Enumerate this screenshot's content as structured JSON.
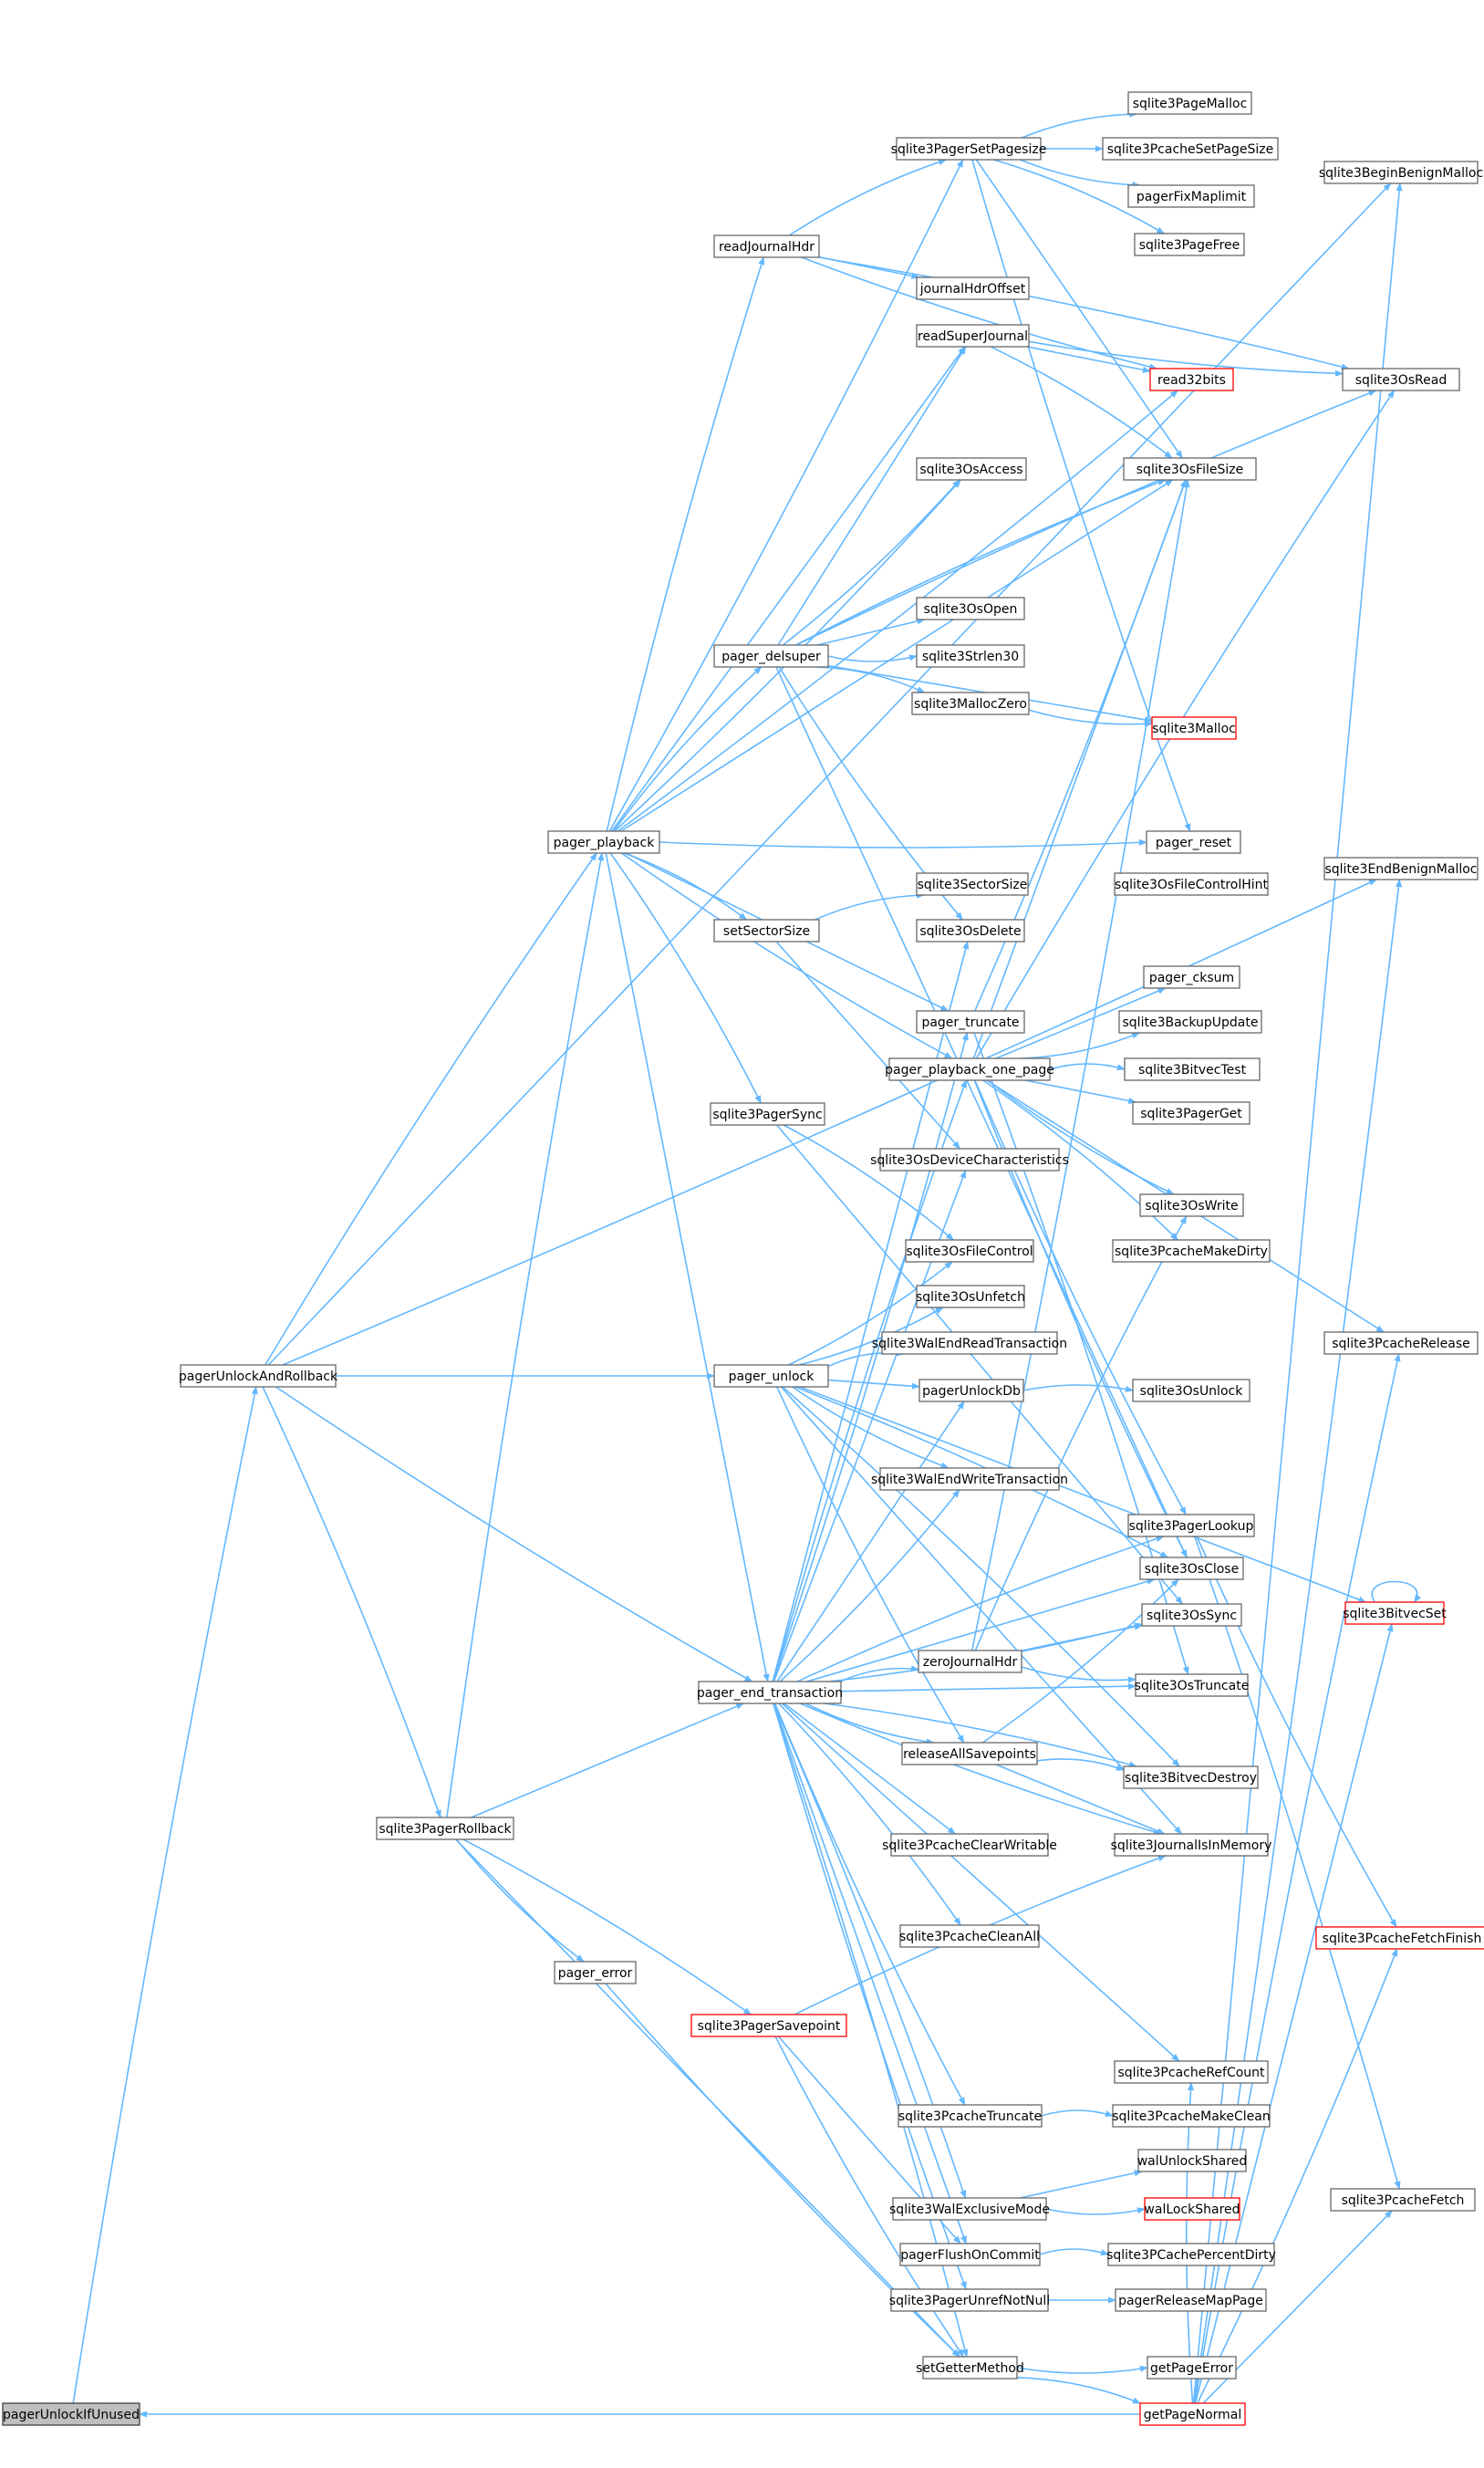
{
  "colors": {
    "edge": "#63b8ff",
    "node_border": "#666666",
    "node_border_missing": "#ff0000",
    "root_fill": "#bfbfbf"
  },
  "nodes": [
    {
      "id": "n1",
      "label": "pagerUnlockIfUnused",
      "kind": "root"
    },
    {
      "id": "n2",
      "label": "pagerUnlockAndRollback"
    },
    {
      "id": "n3",
      "label": "sqlite3BeginBenignMalloc"
    },
    {
      "id": "n4",
      "label": "sqlite3EndBenignMalloc"
    },
    {
      "id": "n5",
      "label": "pager_playback"
    },
    {
      "id": "n6",
      "label": "pager_unlock"
    },
    {
      "id": "n7",
      "label": "pager_end_transaction"
    },
    {
      "id": "n8",
      "label": "sqlite3PagerRollback"
    },
    {
      "id": "n9",
      "label": "getPageNormal",
      "kind": "red"
    },
    {
      "id": "n10",
      "label": "sqlite3PagerSetPagesize"
    },
    {
      "id": "n11",
      "label": "readJournalHdr"
    },
    {
      "id": "n12",
      "label": "readSuperJournal"
    },
    {
      "id": "n13",
      "label": "sqlite3OsAccess"
    },
    {
      "id": "n14",
      "label": "pager_delsuper"
    },
    {
      "id": "n15",
      "label": "sqlite3PageMalloc"
    },
    {
      "id": "n16",
      "label": "sqlite3PcacheSetPageSize"
    },
    {
      "id": "n17",
      "label": "pagerFixMaplimit"
    },
    {
      "id": "n18",
      "label": "sqlite3PageFree"
    },
    {
      "id": "n19",
      "label": "journalHdrOffset"
    },
    {
      "id": "n20",
      "label": "read32bits",
      "kind": "red"
    },
    {
      "id": "n21",
      "label": "sqlite3OsRead"
    },
    {
      "id": "n22",
      "label": "sqlite3OsFileSize"
    },
    {
      "id": "n23",
      "label": "sqlite3OsOpen"
    },
    {
      "id": "n24",
      "label": "sqlite3Strlen30"
    },
    {
      "id": "n25",
      "label": "sqlite3MallocZero"
    },
    {
      "id": "n26",
      "label": "sqlite3Malloc",
      "kind": "red"
    },
    {
      "id": "n27",
      "label": "pager_reset"
    },
    {
      "id": "n28",
      "label": "setSectorSize"
    },
    {
      "id": "n29",
      "label": "sqlite3SectorSize"
    },
    {
      "id": "n30",
      "label": "sqlite3OsDelete"
    },
    {
      "id": "n31",
      "label": "sqlite3OsFileControlHint"
    },
    {
      "id": "n32",
      "label": "pager_truncate"
    },
    {
      "id": "n33",
      "label": "pager_cksum"
    },
    {
      "id": "n34",
      "label": "pager_playback_one_page"
    },
    {
      "id": "n35",
      "label": "sqlite3BackupUpdate"
    },
    {
      "id": "n36",
      "label": "sqlite3BitvecTest"
    },
    {
      "id": "n37",
      "label": "sqlite3PagerGet"
    },
    {
      "id": "n38",
      "label": "sqlite3PagerSync"
    },
    {
      "id": "n39",
      "label": "sqlite3OsDeviceCharacteristics"
    },
    {
      "id": "n40",
      "label": "sqlite3OsWrite"
    },
    {
      "id": "n41",
      "label": "sqlite3OsFileControl"
    },
    {
      "id": "n42",
      "label": "sqlite3PcacheMakeDirty"
    },
    {
      "id": "n43",
      "label": "sqlite3OsUnfetch"
    },
    {
      "id": "n44",
      "label": "sqlite3PcacheRelease"
    },
    {
      "id": "n45",
      "label": "sqlite3WalEndReadTransaction"
    },
    {
      "id": "n46",
      "label": "pagerUnlockDb"
    },
    {
      "id": "n47",
      "label": "sqlite3OsUnlock"
    },
    {
      "id": "n48",
      "label": "sqlite3WalEndWriteTransaction"
    },
    {
      "id": "n49",
      "label": "sqlite3PagerLookup"
    },
    {
      "id": "n50",
      "label": "sqlite3OsClose"
    },
    {
      "id": "n51",
      "label": "sqlite3BitvecSet",
      "kind": "red"
    },
    {
      "id": "n52",
      "label": "sqlite3OsSync"
    },
    {
      "id": "n53",
      "label": "zeroJournalHdr"
    },
    {
      "id": "n54",
      "label": "sqlite3OsTruncate"
    },
    {
      "id": "n55",
      "label": "releaseAllSavepoints"
    },
    {
      "id": "n56",
      "label": "sqlite3BitvecDestroy"
    },
    {
      "id": "n57",
      "label": "sqlite3PcacheClearWritable"
    },
    {
      "id": "n58",
      "label": "sqlite3JournalIsInMemory"
    },
    {
      "id": "n59",
      "label": "sqlite3PcacheFetchFinish",
      "kind": "red"
    },
    {
      "id": "n60",
      "label": "sqlite3PcacheCleanAll"
    },
    {
      "id": "n61",
      "label": "pager_error"
    },
    {
      "id": "n62",
      "label": "sqlite3PagerSavepoint",
      "kind": "red"
    },
    {
      "id": "n63",
      "label": "sqlite3PcacheRefCount"
    },
    {
      "id": "n64",
      "label": "sqlite3PcacheTruncate"
    },
    {
      "id": "n65",
      "label": "sqlite3PcacheMakeClean"
    },
    {
      "id": "n66",
      "label": "walUnlockShared"
    },
    {
      "id": "n67",
      "label": "sqlite3PcacheFetch"
    },
    {
      "id": "n68",
      "label": "sqlite3WalExclusiveMode"
    },
    {
      "id": "n69",
      "label": "walLockShared",
      "kind": "red"
    },
    {
      "id": "n70",
      "label": "pagerFlushOnCommit"
    },
    {
      "id": "n71",
      "label": "sqlite3PCachePercentDirty"
    },
    {
      "id": "n72",
      "label": "sqlite3PagerUnrefNotNull"
    },
    {
      "id": "n73",
      "label": "pagerReleaseMapPage"
    },
    {
      "id": "n74",
      "label": "setGetterMethod"
    },
    {
      "id": "n75",
      "label": "getPageError"
    }
  ],
  "edges": [
    [
      "n1",
      "n2"
    ],
    [
      "n2",
      "n3"
    ],
    [
      "n2",
      "n4"
    ],
    [
      "n2",
      "n5"
    ],
    [
      "n2",
      "n6"
    ],
    [
      "n2",
      "n7"
    ],
    [
      "n2",
      "n8"
    ],
    [
      "n9",
      "n1"
    ],
    [
      "n5",
      "n10"
    ],
    [
      "n5",
      "n11"
    ],
    [
      "n5",
      "n12"
    ],
    [
      "n5",
      "n13"
    ],
    [
      "n5",
      "n14"
    ],
    [
      "n5",
      "n22"
    ],
    [
      "n5",
      "n27"
    ],
    [
      "n5",
      "n28"
    ],
    [
      "n5",
      "n32"
    ],
    [
      "n5",
      "n34"
    ],
    [
      "n5",
      "n38"
    ],
    [
      "n5",
      "n7"
    ],
    [
      "n5",
      "n20"
    ],
    [
      "n10",
      "n15"
    ],
    [
      "n10",
      "n16"
    ],
    [
      "n10",
      "n17"
    ],
    [
      "n10",
      "n18"
    ],
    [
      "n10",
      "n22"
    ],
    [
      "n10",
      "n27"
    ],
    [
      "n11",
      "n10"
    ],
    [
      "n11",
      "n19"
    ],
    [
      "n11",
      "n20"
    ],
    [
      "n11",
      "n21"
    ],
    [
      "n12",
      "n20"
    ],
    [
      "n12",
      "n21"
    ],
    [
      "n12",
      "n22"
    ],
    [
      "n14",
      "n12"
    ],
    [
      "n14",
      "n13"
    ],
    [
      "n14",
      "n22"
    ],
    [
      "n14",
      "n23"
    ],
    [
      "n14",
      "n24"
    ],
    [
      "n14",
      "n25"
    ],
    [
      "n14",
      "n26"
    ],
    [
      "n14",
      "n30"
    ],
    [
      "n14",
      "n21"
    ],
    [
      "n14",
      "n50"
    ],
    [
      "n25",
      "n26"
    ],
    [
      "n28",
      "n29"
    ],
    [
      "n28",
      "n39"
    ],
    [
      "n32",
      "n22"
    ],
    [
      "n32",
      "n54"
    ],
    [
      "n34",
      "n33"
    ],
    [
      "n34",
      "n35"
    ],
    [
      "n34",
      "n36"
    ],
    [
      "n34",
      "n37"
    ],
    [
      "n34",
      "n40"
    ],
    [
      "n34",
      "n42"
    ],
    [
      "n34",
      "n44"
    ],
    [
      "n34",
      "n49"
    ],
    [
      "n34",
      "n21"
    ],
    [
      "n34",
      "n22"
    ],
    [
      "n34",
      "n50"
    ],
    [
      "n38",
      "n41"
    ],
    [
      "n38",
      "n52"
    ],
    [
      "n6",
      "n43"
    ],
    [
      "n6",
      "n45"
    ],
    [
      "n6",
      "n46"
    ],
    [
      "n6",
      "n48"
    ],
    [
      "n6",
      "n50"
    ],
    [
      "n6",
      "n51"
    ],
    [
      "n6",
      "n55"
    ],
    [
      "n6",
      "n56"
    ],
    [
      "n6",
      "n58"
    ],
    [
      "n6",
      "n41"
    ],
    [
      "n46",
      "n47"
    ],
    [
      "n7",
      "n30"
    ],
    [
      "n7",
      "n32"
    ],
    [
      "n7",
      "n34"
    ],
    [
      "n7",
      "n39"
    ],
    [
      "n7",
      "n48"
    ],
    [
      "n7",
      "n49"
    ],
    [
      "n7",
      "n50"
    ],
    [
      "n7",
      "n52"
    ],
    [
      "n7",
      "n53"
    ],
    [
      "n7",
      "n54"
    ],
    [
      "n7",
      "n55"
    ],
    [
      "n7",
      "n56"
    ],
    [
      "n7",
      "n57"
    ],
    [
      "n7",
      "n58"
    ],
    [
      "n7",
      "n60"
    ],
    [
      "n7",
      "n63"
    ],
    [
      "n7",
      "n64"
    ],
    [
      "n7",
      "n68"
    ],
    [
      "n7",
      "n70"
    ],
    [
      "n7",
      "n72"
    ],
    [
      "n7",
      "n74"
    ],
    [
      "n7",
      "n46"
    ],
    [
      "n53",
      "n22"
    ],
    [
      "n53",
      "n40"
    ],
    [
      "n53",
      "n52"
    ],
    [
      "n53",
      "n54"
    ],
    [
      "n55",
      "n56"
    ],
    [
      "n55",
      "n58"
    ],
    [
      "n55",
      "n50"
    ],
    [
      "n8",
      "n5"
    ],
    [
      "n8",
      "n7"
    ],
    [
      "n8",
      "n61"
    ],
    [
      "n8",
      "n62"
    ],
    [
      "n8",
      "n74"
    ],
    [
      "n61",
      "n74"
    ],
    [
      "n62",
      "n58"
    ],
    [
      "n62",
      "n70"
    ],
    [
      "n62",
      "n74"
    ],
    [
      "n64",
      "n65"
    ],
    [
      "n68",
      "n66"
    ],
    [
      "n68",
      "n69"
    ],
    [
      "n70",
      "n71"
    ],
    [
      "n72",
      "n73"
    ],
    [
      "n74",
      "n75"
    ],
    [
      "n74",
      "n9"
    ],
    [
      "n9",
      "n3"
    ],
    [
      "n9",
      "n4"
    ],
    [
      "n9",
      "n44"
    ],
    [
      "n9",
      "n51"
    ],
    [
      "n9",
      "n59"
    ],
    [
      "n9",
      "n63"
    ],
    [
      "n9",
      "n67"
    ],
    [
      "n49",
      "n59"
    ],
    [
      "n49",
      "n67"
    ],
    [
      "n51",
      "n51"
    ]
  ]
}
